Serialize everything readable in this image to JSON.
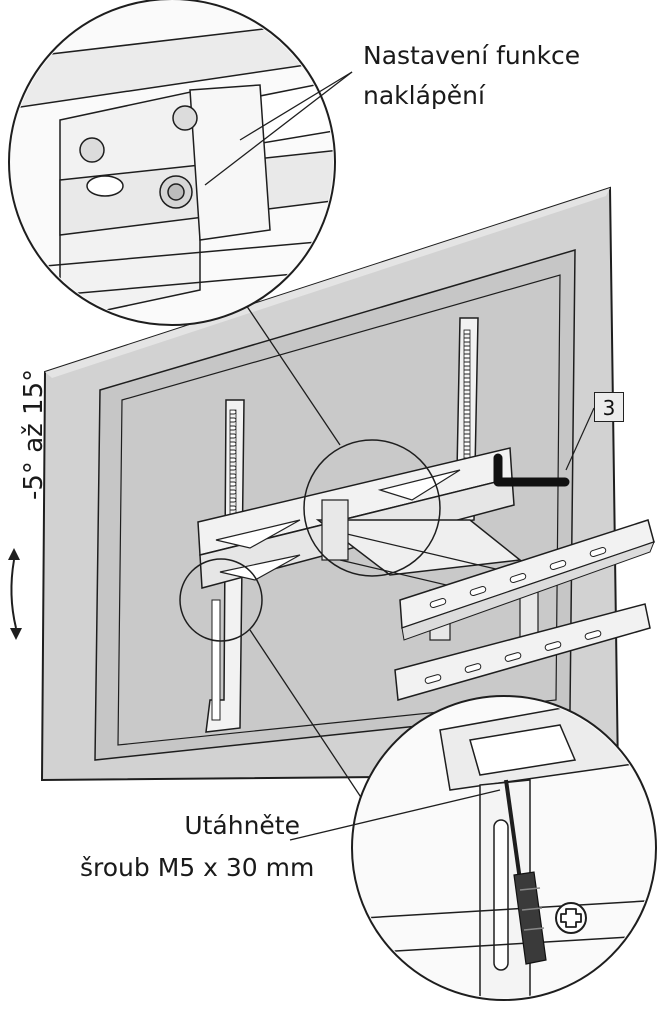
{
  "callouts": {
    "tilt_line1": "Nastavení funkce",
    "tilt_line2": "naklápění",
    "screw_line1": "Utáhněte",
    "screw_line2": "šroub M5 x 30 mm",
    "angle": "-5° až 15°",
    "step": "3"
  },
  "colors": {
    "tv_fill": "#c9c9c9",
    "tv_outer": "#d2d2d2",
    "line": "#1e1e1e",
    "bracket": "#f2f2f2"
  },
  "icons": [
    "phillips-screw-icon",
    "hex-key-icon",
    "screwdriver-icon",
    "double-arrow-icon"
  ]
}
